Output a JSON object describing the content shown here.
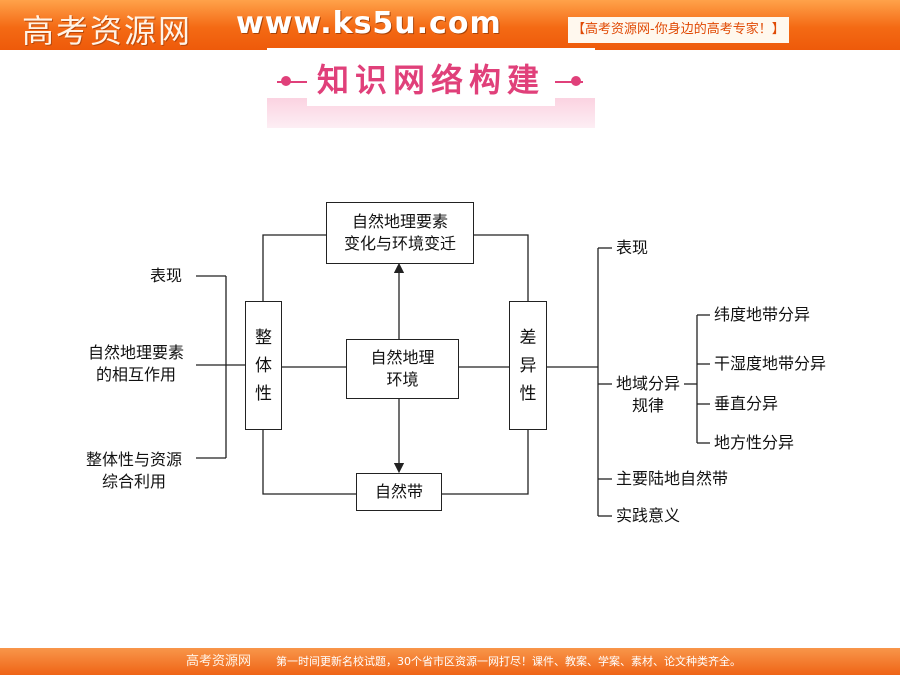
{
  "header": {
    "logo": "高考资源网",
    "url": "www.ks5u.com",
    "slogan": "【高考资源网-你身边的高考专家！】"
  },
  "section_title": "知识网络构建",
  "diagram": {
    "center": [
      "自然地理",
      "环境"
    ],
    "top": [
      "自然地理要素",
      "变化与环境变迁"
    ],
    "bottom": "自然带",
    "left_vertical": [
      "整",
      "体",
      "性"
    ],
    "right_vertical": [
      "差",
      "异",
      "性"
    ],
    "left_items": {
      "expression": "表现",
      "interaction": [
        "自然地理要素",
        "的相互作用"
      ],
      "resources": [
        "整体性与资源",
        "综合利用"
      ]
    },
    "right_items": {
      "expression": "表现",
      "regional": [
        "地域分异",
        "规律"
      ],
      "sub": [
        "纬度地带分异",
        "干湿度地带分异",
        "垂直分异",
        "地方性分异"
      ],
      "main_zones": "主要陆地自然带",
      "significance": "实践意义"
    }
  },
  "footer": {
    "brand": "高考资源网",
    "text": "第一时间更新名校试题，30个省市区资源一网打尽！课件、教案、学案、素材、论文种类齐全。"
  }
}
